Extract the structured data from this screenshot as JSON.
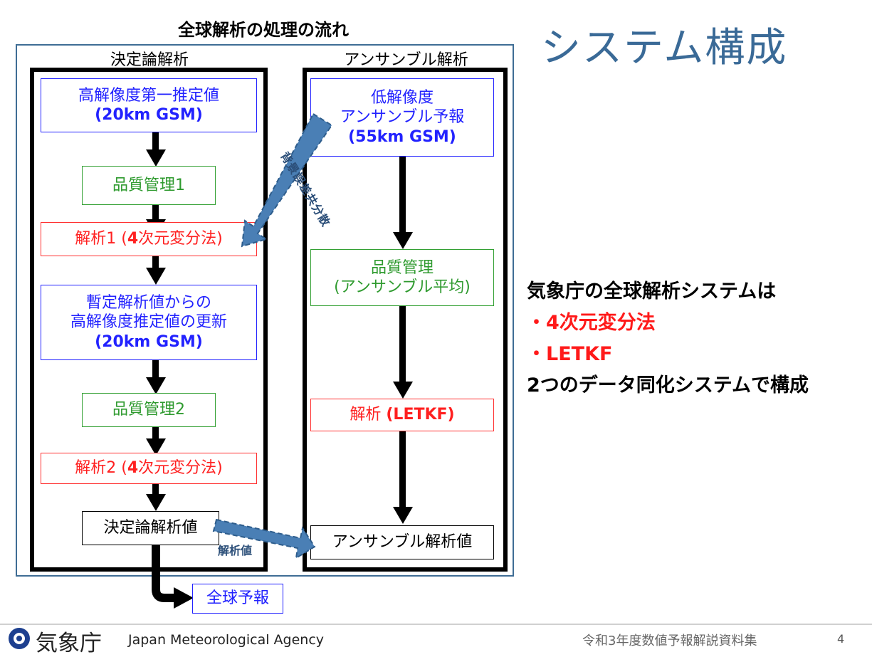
{
  "diagram_title": "全球解析の処理の流れ",
  "main_title": "システム構成",
  "columns": {
    "deterministic": "決定論解析",
    "ensemble": "アンサンブル解析"
  },
  "boxes": {
    "hr_first_guess": {
      "line1": "高解像度第一推定値",
      "line2": "(20km GSM)"
    },
    "qc1": {
      "label": "品質管理1"
    },
    "analysis1": {
      "pre": "解析1 (",
      "bold": "4",
      "post": "次元変分法)"
    },
    "update": {
      "line1": "暫定解析値からの",
      "line2": "高解像度推定値の更新",
      "line3": "(20km GSM)"
    },
    "qc2": {
      "label": "品質管理2"
    },
    "analysis2": {
      "pre": "解析2 (",
      "bold": "4",
      "post": "次元変分法)"
    },
    "det_analysis": {
      "label": "決定論解析値"
    },
    "global_forecast": {
      "label": "全球予報"
    },
    "lr_ensemble": {
      "line1": "低解像度",
      "line2": "アンサンブル予報",
      "line3": "(55km GSM)"
    },
    "ens_qc": {
      "line1": "品質管理",
      "line2": "(アンサンブル平均)"
    },
    "letkf": {
      "pre": "解析 ",
      "bold": "(LETKF)"
    },
    "ens_analysis": {
      "label": "アンサンブル解析値"
    }
  },
  "arrows": {
    "background_error": "背景誤差共分散",
    "analysis_value": "解析値"
  },
  "summary": {
    "line1": "気象庁の全球解析システムは",
    "line2": "・4次元変分法",
    "line3": "・LETKF",
    "line4": "2つのデータ同化システムで構成"
  },
  "footer": {
    "agency_jp": "気象庁",
    "agency_en": "Japan Meteorological Agency",
    "document": "令和3年度数値予報解説資料集",
    "page": "4"
  },
  "colors": {
    "blue": "#2222ff",
    "green": "#2e9a2e",
    "red": "#ff2020",
    "title_blue": "#3a6a97",
    "arrow_blue": "#4a7fb5"
  }
}
